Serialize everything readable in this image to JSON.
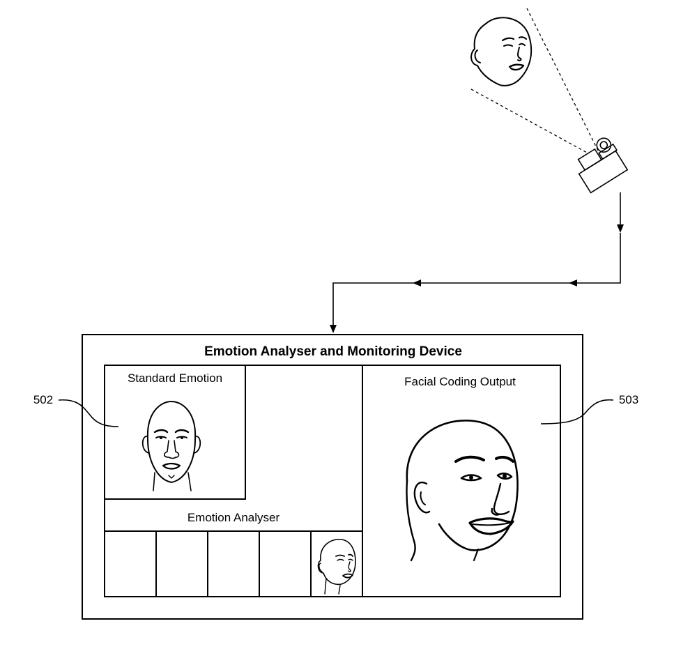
{
  "device": {
    "title": "Emotion Analyser and Monitoring Device",
    "standard_emotion_label": "Standard Emotion",
    "emotion_analyser_label": "Emotion Analyser",
    "facial_coding_label": "Facial Coding Output"
  },
  "references": {
    "left": "502",
    "right": "503"
  },
  "icons": {
    "subject": "face-icon",
    "camera": "camera-icon",
    "thumbnail": "face-icon"
  },
  "colors": {
    "ink": "#000000",
    "background": "#ffffff"
  }
}
